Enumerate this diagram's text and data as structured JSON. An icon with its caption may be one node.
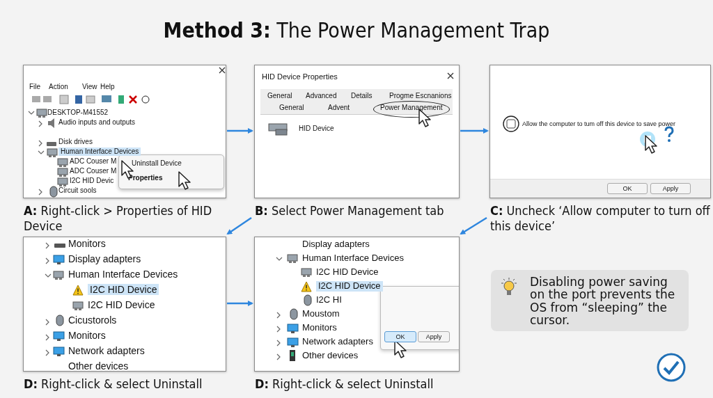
{
  "diagram": {
    "title": "**Method 3:** The Power Management Trap",
    "nodes": [
      {
        "text": [
          "File",
          "Action",
          "View",
          "Help",
          "DESKTOP-M41552",
          "Audio inputs and outputs",
          "Disk drives",
          "Human Interface Devices",
          "ADC Couser M",
          "ADC Couser M",
          "I2C HID Devic",
          "Circuit sools",
          "Uninstall Device",
          "Properties"
        ],
        "beside": [
          "**A:** Right-click > Properties of HID Device"
        ]
      },
      {
        "text": [
          "HID Device Properties",
          "General",
          "Advanced",
          "Details",
          "Progme Escnanions",
          "General",
          "Advent",
          "Power Management",
          "HID Device"
        ],
        "beside": [
          "**B:** Select Power Management tab"
        ]
      },
      {
        "text": [
          "Allow the computer to tum off this device to save power",
          "OK",
          "Apply"
        ],
        "beside": [
          "**C:** Uncheck ‘Allow computer to turn off this device’"
        ]
      },
      {
        "text": [
          "Monitors",
          "Display adapters",
          "Human Interface Devices",
          "I2C HID Device",
          "I2C HID Device",
          "Cicustorols",
          "Monitors",
          "Network adapters",
          "Other devices"
        ],
        "beside": [
          "**D:** Right-click & select Uninstall"
        ]
      },
      {
        "text": [
          "Display adapters",
          "Human Interface Devices",
          "I2C HID Device",
          "I2C HID Device",
          "I2C HI",
          "Moustom",
          "Monitors",
          "Network adapters",
          "Other devices",
          "OK",
          "Apply"
        ],
        "beside": [
          "**D:** Right-click & select Uninstall"
        ]
      },
      {
        "text": [
          "Disabling power saving on the port prevents the OS from “sleeping” the cursor."
        ]
      }
    ],
    "edges": [
      {
        "from": 0,
        "to": 1,
        "arrow": "to"
      },
      {
        "from": 1,
        "to": 2,
        "arrow": "to"
      },
      {
        "from": 1,
        "to": 3,
        "arrow": "to"
      },
      {
        "from": 2,
        "to": 4,
        "arrow": "to"
      },
      {
        "from": 3,
        "to": 4,
        "arrow": "to"
      }
    ]
  }
}
